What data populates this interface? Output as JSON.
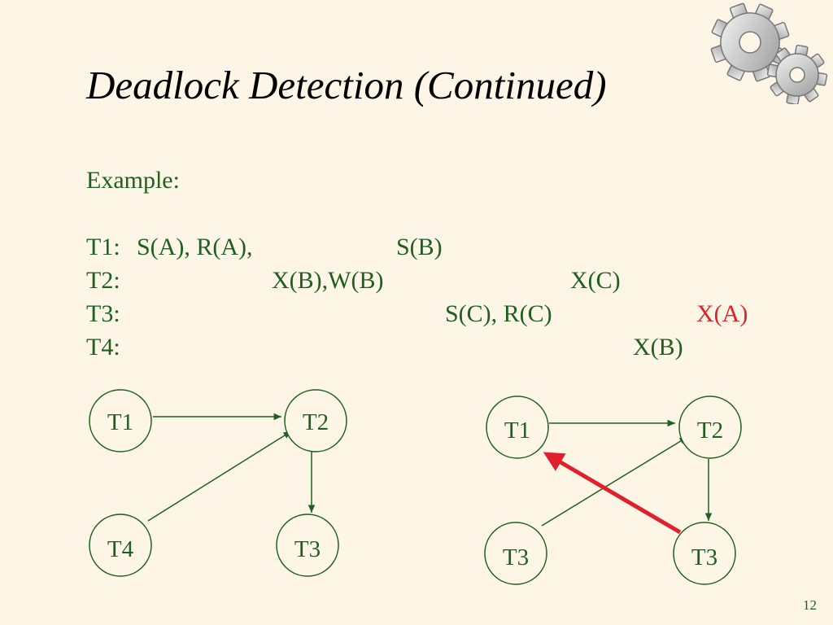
{
  "slide": {
    "title": "Deadlock Detection (Continued)",
    "page_number": "12"
  },
  "colors": {
    "background": "#fdf5e6",
    "text": "#1f5f1f",
    "highlight": "#e0202a"
  },
  "example": {
    "label": "Example:",
    "rows": [
      {
        "name": "T1:",
        "ops": [
          "S(A), R(A),",
          "S(B)"
        ]
      },
      {
        "name": "T2:",
        "ops": [
          "X(B),W(B)",
          "X(C)"
        ]
      },
      {
        "name": "T3:",
        "ops": [
          "S(C), R(C)",
          "X(A)"
        ]
      },
      {
        "name": "T4:",
        "ops": [
          "X(B)"
        ]
      }
    ]
  },
  "graphs": [
    {
      "nodes": [
        "T1",
        "T2",
        "T4",
        "T3"
      ]
    },
    {
      "nodes": [
        "T1",
        "T2",
        "T3",
        "T3"
      ]
    }
  ],
  "icons": {
    "decoration": "gears-icon"
  }
}
